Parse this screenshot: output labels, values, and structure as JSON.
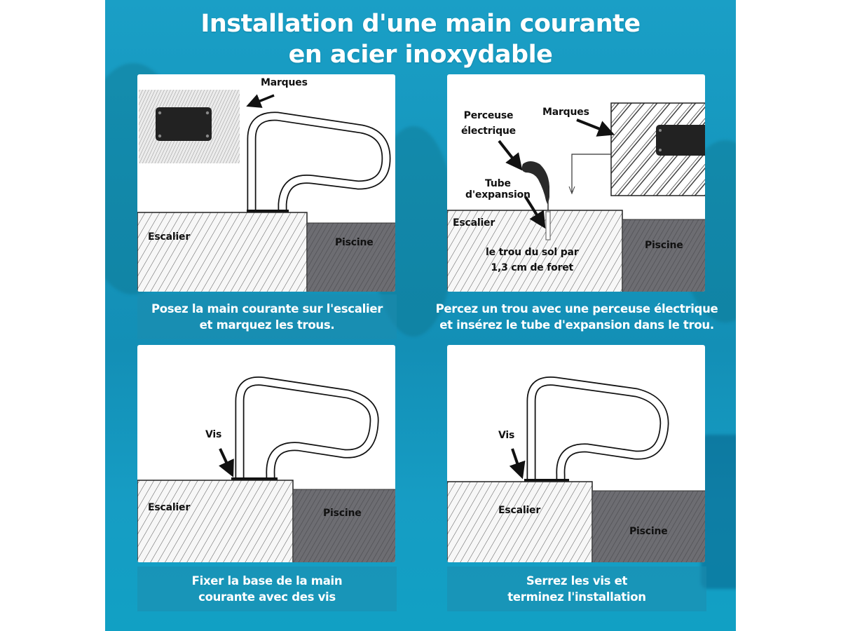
{
  "title": {
    "line1": "Installation d'une main courante",
    "line2": "en acier inoxydable"
  },
  "colors": {
    "background": "#1596bd",
    "panel": "#ffffff",
    "caption_text": "#ffffff",
    "escalier_fill": "#f4f4f4",
    "piscine_fill": "#6e6e72",
    "ink": "#111111"
  },
  "steps": [
    {
      "labels": {
        "marks": "Marques",
        "stairs": "Escalier",
        "pool": "Piscine"
      },
      "caption": {
        "line1": "Posez la main courante sur l'escalier",
        "line2": "et marquez les trous."
      }
    },
    {
      "labels": {
        "drill_line1": "Perceuse",
        "drill_line2": "électrique",
        "marks": "Marques",
        "tube_line1": "Tube",
        "tube_line2": "d'expansion",
        "stairs": "Escalier",
        "hole_line1": "le trou du sol par",
        "hole_line2": "1,3 cm de foret",
        "pool": "Piscine"
      },
      "caption": {
        "line1": "Percez un trou avec une perceuse électrique",
        "line2": "et insérez le tube d'expansion dans le trou."
      }
    },
    {
      "labels": {
        "screw": "Vis",
        "stairs": "Escalier",
        "pool": "Piscine"
      },
      "caption": {
        "line1": "Fixer la base de la main",
        "line2": "courante avec des vis"
      }
    },
    {
      "labels": {
        "screw": "Vis",
        "stairs": "Escalier",
        "pool": "Piscine"
      },
      "caption": {
        "line1": "Serrez les vis et",
        "line2": "terminez l'installation"
      }
    }
  ]
}
